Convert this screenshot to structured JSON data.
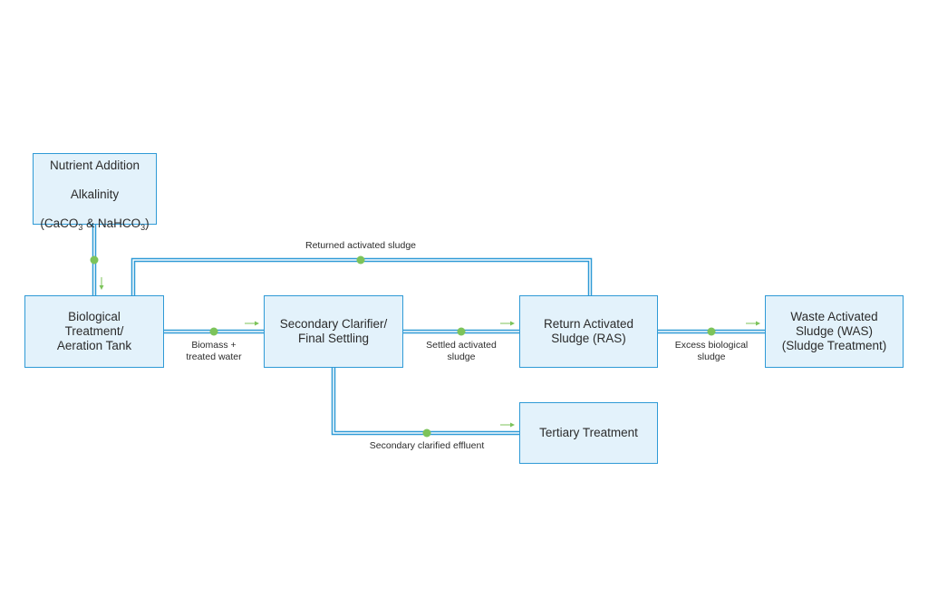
{
  "colors": {
    "box_fill": "#e3f2fb",
    "box_border": "#2f9ad6",
    "pipe": "#2f9ad6",
    "node": "#7cc35a",
    "arrow": "#7cc35a",
    "text": "#2b2b2b"
  },
  "nodes": {
    "nutrient": {
      "line1": "Nutrient Addition",
      "line2": "Alkalinity",
      "formula": {
        "open": "(CaCO",
        "sub1": "3",
        "mid": " & NaHCO",
        "sub2": "3",
        "close": ")"
      }
    },
    "biological": {
      "label": "Biological\nTreatment/\nAeration Tank"
    },
    "clarifier": {
      "label": "Secondary Clarifier/\nFinal Settling"
    },
    "ras": {
      "label": "Return Activated\nSludge (RAS)"
    },
    "was": {
      "label": "Waste Activated\nSludge (WAS)\n(Sludge Treatment)"
    },
    "tertiary": {
      "label": "Tertiary Treatment"
    }
  },
  "edges": {
    "returned_sludge": {
      "label": "Returned activated sludge"
    },
    "biomass": {
      "label": "Biomass +\ntreated water"
    },
    "settled": {
      "label": "Settled activated\nsludge"
    },
    "excess": {
      "label": "Excess biological\nsludge"
    },
    "effluent": {
      "label": "Secondary clarified effluent"
    }
  }
}
